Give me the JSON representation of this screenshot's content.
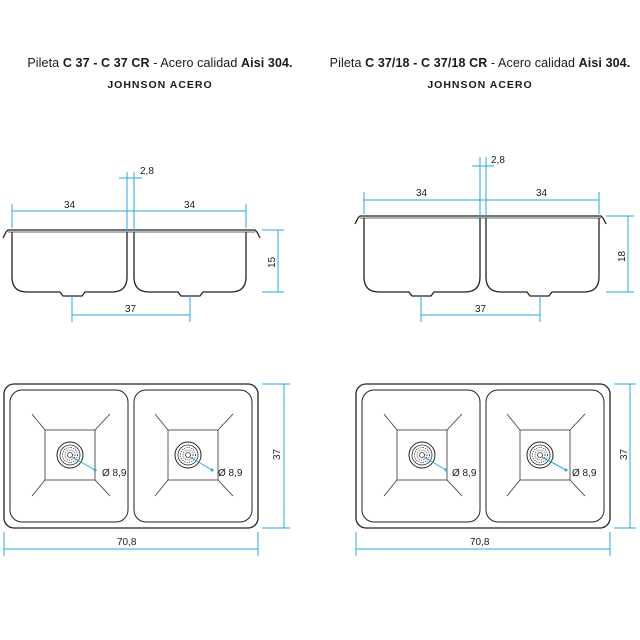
{
  "left": {
    "title_prefix": "Pileta ",
    "title_model": "C 37 - C 37 CR",
    "title_suffix": " - Acero calidad ",
    "title_material": "Aisi 304.",
    "brand": "JOHNSON ACERO",
    "dims": {
      "gap": "2,8",
      "bowl_width_left": "34",
      "bowl_width_right": "34",
      "depth": "15",
      "drain_spacing": "37",
      "outer_height": "37",
      "outer_width": "70,8",
      "drain_diameter_left": "Ø 8,9",
      "drain_diameter_right": "Ø 8,9"
    }
  },
  "right": {
    "title_prefix": "Pileta ",
    "title_model": "C 37/18 - C 37/18 CR",
    "title_suffix": " - Acero calidad ",
    "title_material": "Aisi 304.",
    "brand": "JOHNSON ACERO",
    "dims": {
      "gap": "2,8",
      "bowl_width_left": "34",
      "bowl_width_right": "34",
      "depth": "18",
      "drain_spacing": "37",
      "outer_height": "37",
      "outer_width": "70,8",
      "drain_diameter_left": "Ø 8,9",
      "drain_diameter_right": "Ø 8,9"
    }
  },
  "colors": {
    "dimension": "#2aa7dc",
    "outline": "#222222"
  },
  "icons": [
    "drain-strainer-icon"
  ]
}
